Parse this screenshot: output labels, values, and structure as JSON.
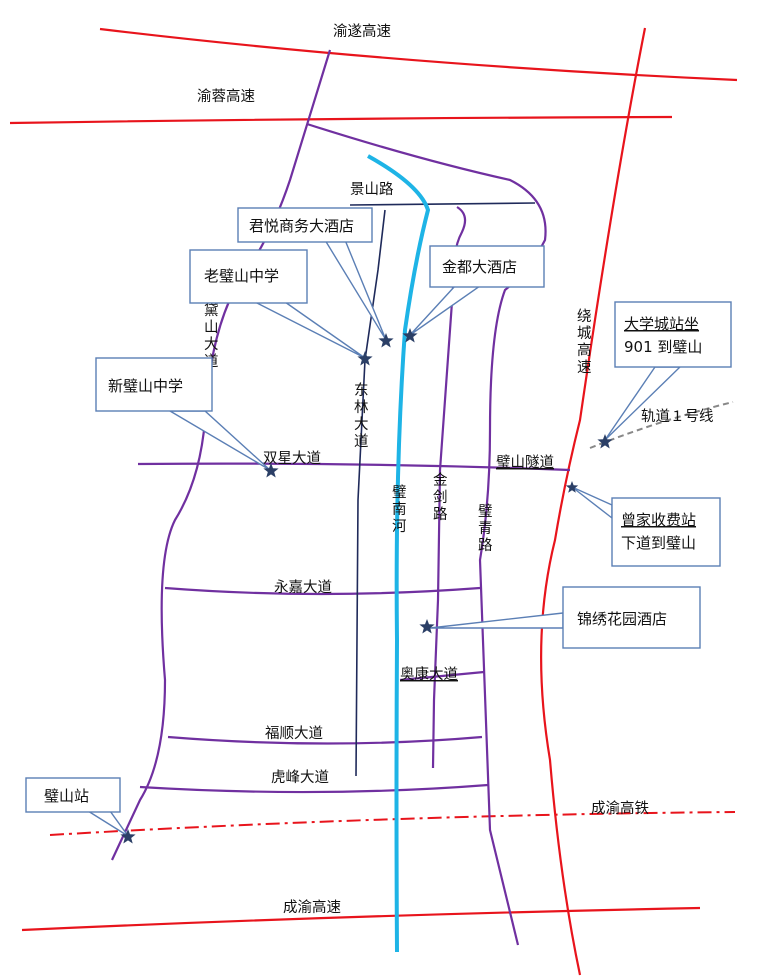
{
  "roads": {
    "yusui": "渝遂高速",
    "yurong": "渝蓉高速",
    "jingshan": "景山路",
    "raocheng": "绕城高速",
    "daishan": "黛山大道",
    "donglin": "东林大道",
    "bishanhe": "璧南河",
    "jinjian": "金剑路",
    "biqing": "璧青路",
    "shuangxing": "双星大道",
    "bishan_tunnel": "璧山隧道",
    "yongjia": "永嘉大道",
    "aokang": "奥康大道",
    "fushun": "福顺大道",
    "hufeng": "虎峰大道",
    "chengyu_hsr": "成渝高铁",
    "chengyu_exp": "成渝高速",
    "metro1": "轨道１号线"
  },
  "callouts": {
    "junyue": "君悦商务大酒店",
    "laobishan": "老璧山中学",
    "jindu": "金都大酒店",
    "xinbishan": "新璧山中学",
    "daxuecheng_line1": "大学城站坐",
    "daxuecheng_line2": "901 到璧山",
    "zengjia_line1": "曾家收费站",
    "zengjia_line2": "下道到璧山",
    "jinxiu": "锦绣花园酒店",
    "bishan_station": "璧山站"
  },
  "colors": {
    "expressway": "#e8141c",
    "avenue": "#7030a0",
    "minor_road": "#1f2a5a",
    "river": "#1eb4e6",
    "callout_border": "#5b7fb5",
    "marker": "#2b3f66"
  }
}
